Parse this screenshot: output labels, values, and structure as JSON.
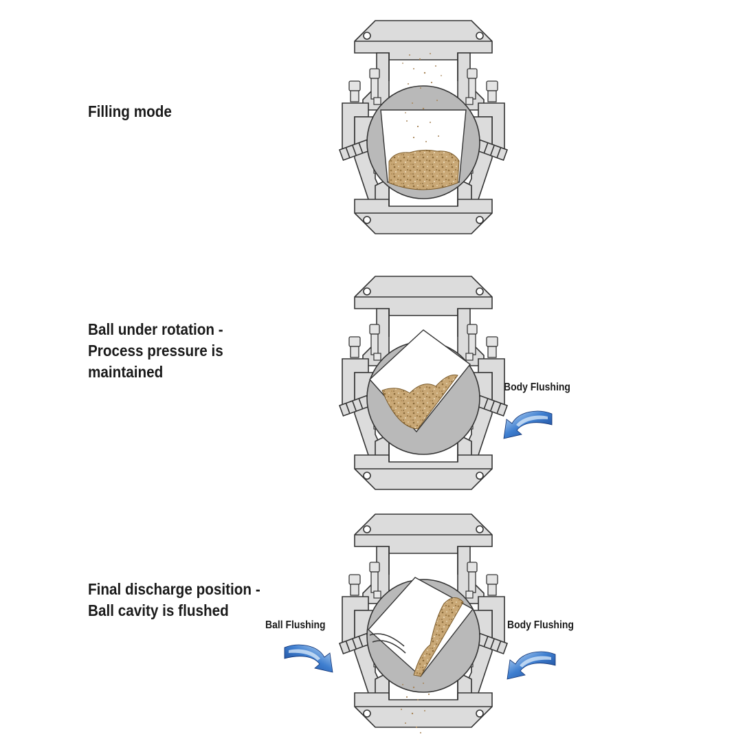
{
  "stages": [
    {
      "id": "filling",
      "label_lines": [
        "Filling mode"
      ]
    },
    {
      "id": "rotation",
      "label_lines": [
        "Ball under rotation -",
        "Process pressure is",
        "maintained"
      ]
    },
    {
      "id": "discharge",
      "label_lines": [
        "Final discharge position -",
        "Ball cavity is flushed"
      ]
    }
  ],
  "flush_labels": {
    "rotation_body": "Body Flushing",
    "discharge_ball": "Ball Flushing",
    "discharge_body": "Body Flushing"
  },
  "colors": {
    "valve_body": "#dcdcdc",
    "ball_metal": "#b9b9b9",
    "material": "#c8a877",
    "material_dark": "#8a6a3a",
    "flush_arrow": "#2f6fc4",
    "flush_arrow_light": "#9cc9f0",
    "outline": "#333333"
  },
  "icons": {
    "flush_arrow": "curved-blue-arrow-icon",
    "bolt": "hex-bolt-icon"
  }
}
